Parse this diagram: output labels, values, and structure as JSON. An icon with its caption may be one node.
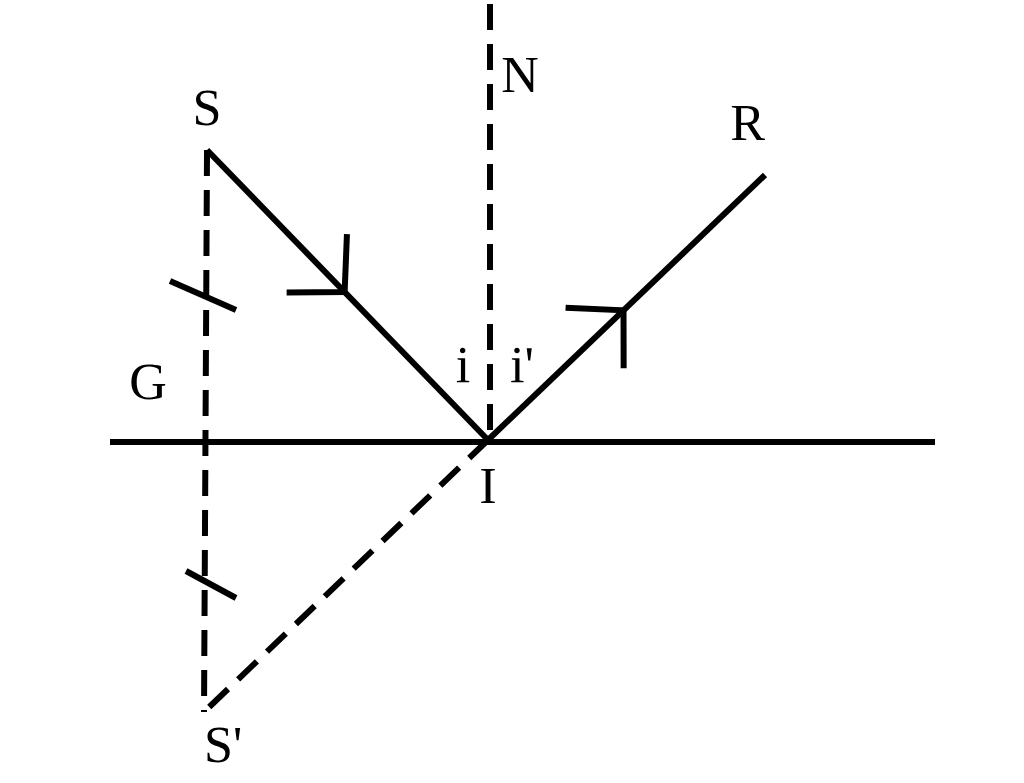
{
  "diagram": {
    "nodes": [
      {
        "text": [
          "S"
        ]
      },
      {
        "text": [
          "I"
        ]
      },
      {
        "text": [
          "R"
        ]
      },
      {
        "text": [
          "S'"
        ]
      }
    ],
    "edges": [
      {
        "from": 0,
        "to": 1,
        "arrow": "to"
      },
      {
        "from": 1,
        "to": 2,
        "arrow": "to"
      },
      {
        "from": 1,
        "to": 3,
        "arrow": "none",
        "style": "dashed"
      },
      {
        "from": 0,
        "to": 3,
        "arrow": "none",
        "style": "dashed"
      }
    ],
    "labels": [
      "N",
      "i",
      "i'",
      "G"
    ]
  }
}
